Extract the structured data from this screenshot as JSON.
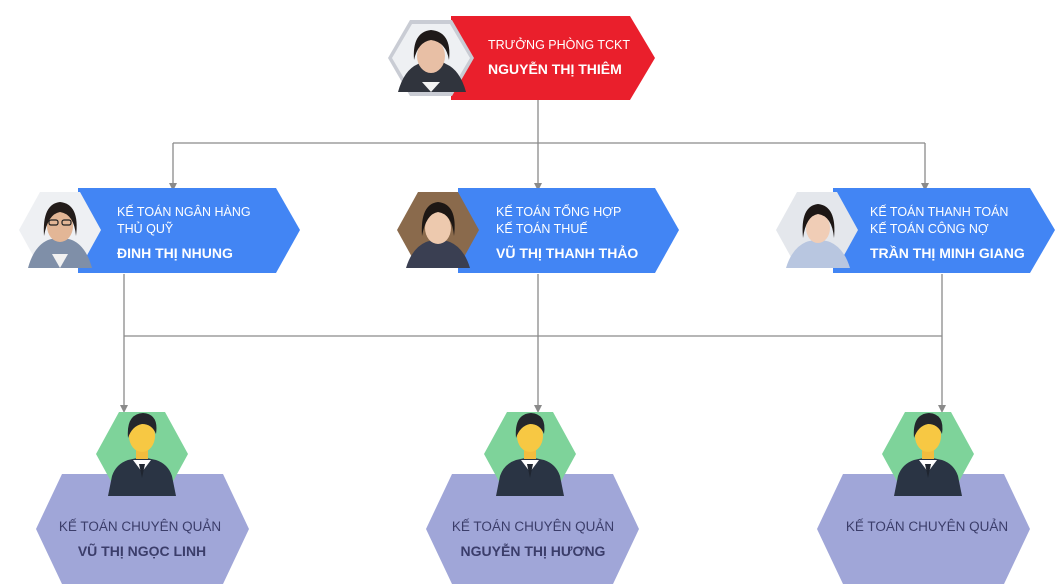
{
  "head": {
    "role": "TRƯỞNG PHÒNG TCKT",
    "name": "NGUYỄN THỊ THIÊM",
    "color": "#ea1f2c"
  },
  "managers": [
    {
      "role_lines": [
        "KẾ TOÁN NGÂN HÀNG",
        "THỦ QUỸ"
      ],
      "name": "ĐINH THỊ NHUNG"
    },
    {
      "role_lines": [
        "KẾ TOÁN TỔNG HỢP",
        "KẾ TOÁN THUẾ"
      ],
      "name": "VŨ THỊ THANH THẢO"
    },
    {
      "role_lines": [
        "KẾ TOÁN THANH TOÁN",
        "KẾ TOÁN CÔNG NỢ"
      ],
      "name": "TRẦN THỊ MINH GIANG"
    }
  ],
  "manager_color": "#4285f4",
  "staff": [
    {
      "role": "KẾ TOÁN CHUYÊN QUẢN",
      "name": "VŨ THỊ NGỌC LINH"
    },
    {
      "role": "KẾ TOÁN CHUYÊN QUẢN",
      "name": "NGUYỄN THỊ HƯƠNG"
    },
    {
      "role": "KẾ TOÁN CHUYÊN QUẢN",
      "name": ""
    }
  ],
  "staff_color": "#a0a6d8",
  "staff_avatar_bg": "#7ed39a",
  "connector_color": "#8a8a8a",
  "avatar_icon": "person-suit-icon"
}
